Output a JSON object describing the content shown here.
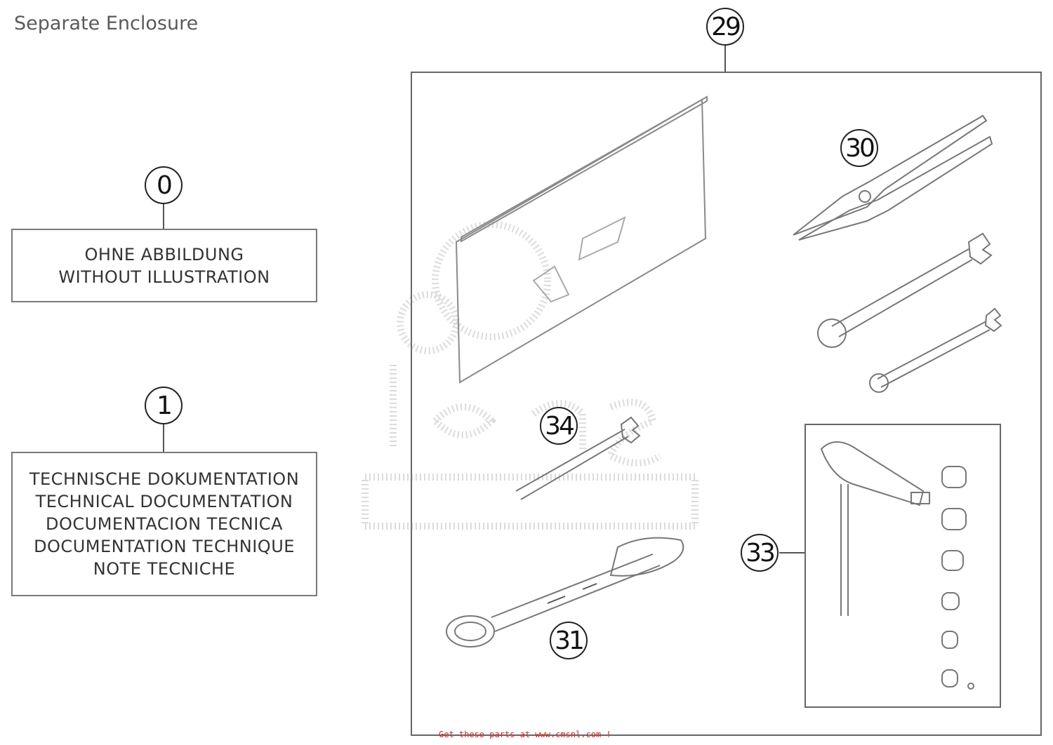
{
  "page": {
    "title": "Separate Enclosure",
    "footer": "Get these parts at www.cmsnl.com !"
  },
  "callouts": {
    "c0": "0",
    "c1": "1",
    "c29": "29",
    "c30": "30",
    "c31": "31",
    "c33": "33",
    "c34": "34"
  },
  "notes": {
    "box0": [
      "OHNE ABBILDUNG",
      "WITHOUT ILLUSTRATION"
    ],
    "box1": [
      "TECHNISCHE DOKUMENTATION",
      "TECHNICAL DOCUMENTATION",
      "DOCUMENTACION TECNICA",
      "DOCUMENTATION TECHNIQUE",
      "NOTE TECNICHE"
    ]
  }
}
